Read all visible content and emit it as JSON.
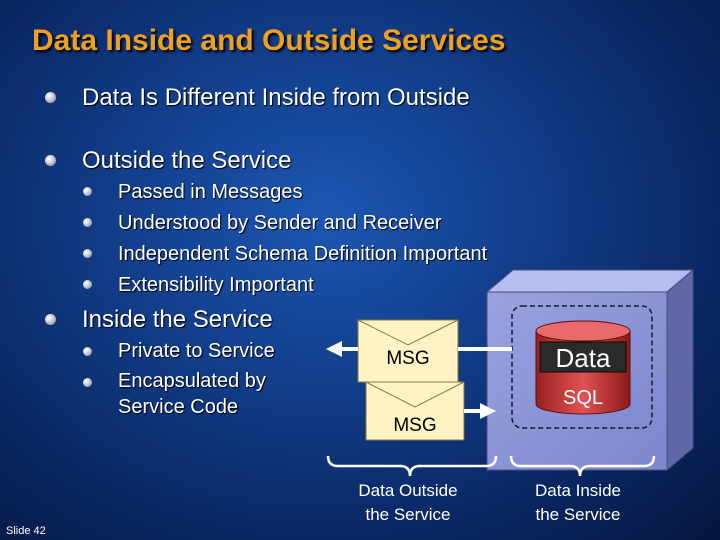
{
  "title": "Data Inside and Outside Services",
  "bullets": [
    {
      "text": "Data Is Different Inside from Outside"
    },
    {
      "text": "Outside the Service",
      "sub": [
        "Passed in Messages",
        "Understood by Sender and Receiver",
        "Independent Schema Definition Important",
        "Extensibility Important"
      ]
    },
    {
      "text": "Inside the Service",
      "sub": [
        "Private to Service",
        "Encapsulated by",
        "Service Code"
      ]
    }
  ],
  "diagram": {
    "msg_top": "MSG",
    "msg_bottom": "MSG",
    "db_label": "Data",
    "db_sub": "SQL",
    "outside_label": [
      "Data Outside",
      "the Service"
    ],
    "inside_label": [
      "Data Inside",
      "the Service"
    ]
  },
  "slide_number": "Slide 42",
  "colors": {
    "title": "#f0a020",
    "cylinder": "#cc3a3a",
    "box_face": "#8a93d8"
  }
}
